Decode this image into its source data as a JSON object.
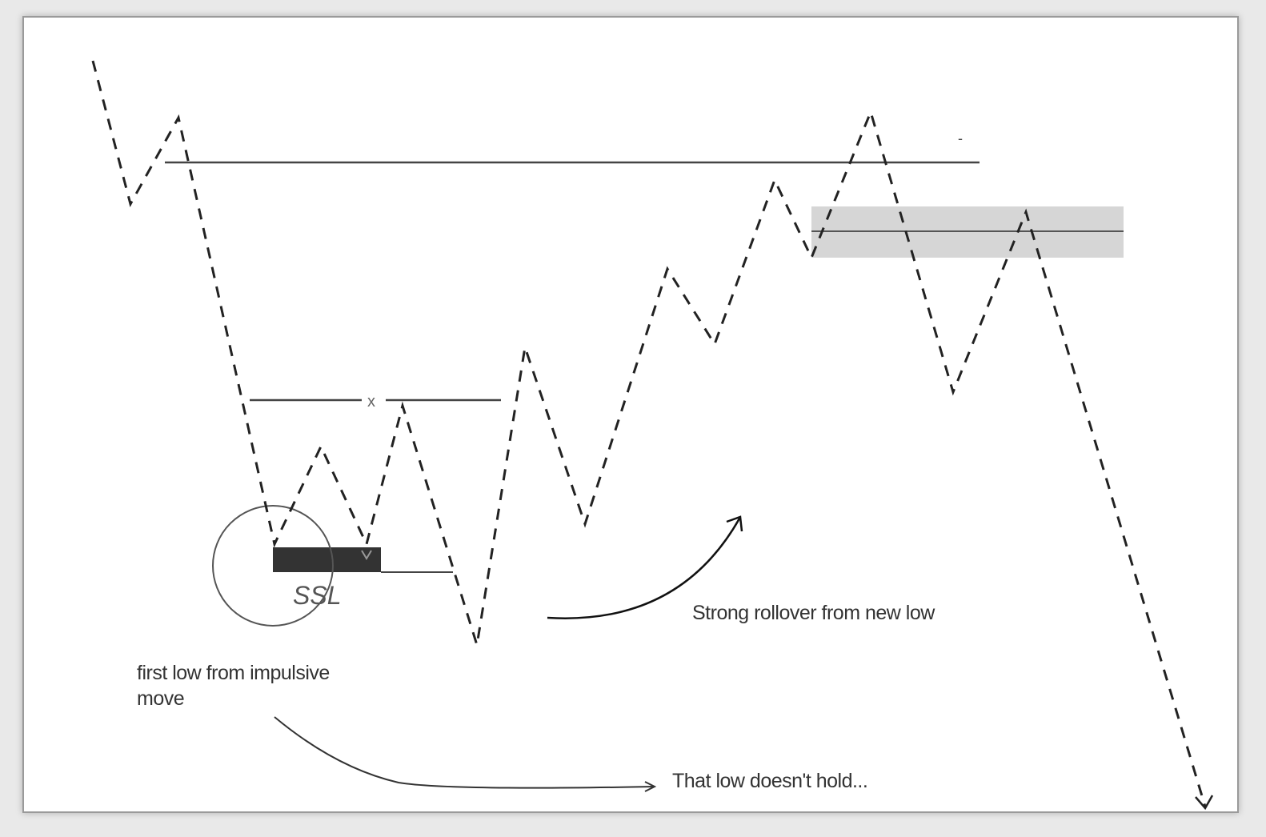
{
  "annotations": {
    "ssl": "SSL",
    "first_low": "first low from impulsive move",
    "strong_rollover": "Strong rollover from new low",
    "low_not_hold": "That low doesn't hold...",
    "x_mark": "x",
    "dash_mark": "-"
  },
  "colors": {
    "path": "#222222",
    "level_line": "#444444",
    "zone_fill": "#d6d6d6",
    "ssl_block": "#333333",
    "frame_border": "#9a9a9a"
  }
}
